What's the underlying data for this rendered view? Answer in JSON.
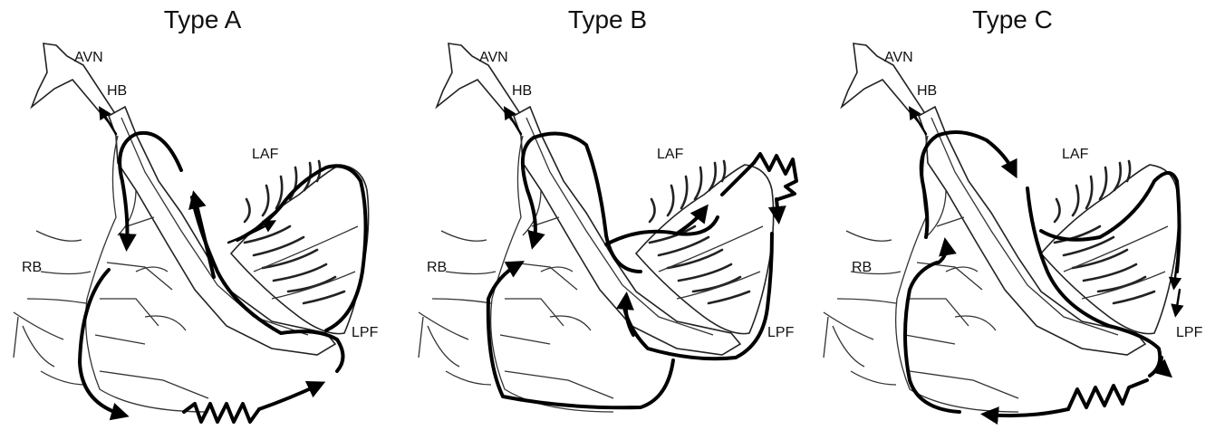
{
  "panels": [
    {
      "title": "Type A"
    },
    {
      "title": "Type B"
    },
    {
      "title": "Type C"
    }
  ],
  "labels": {
    "avn": "AVN",
    "hb": "HB",
    "laf": "LAF",
    "rb": "RB",
    "lpf": "LPF"
  },
  "colors": {
    "line": "#000000",
    "background": "#ffffff"
  }
}
